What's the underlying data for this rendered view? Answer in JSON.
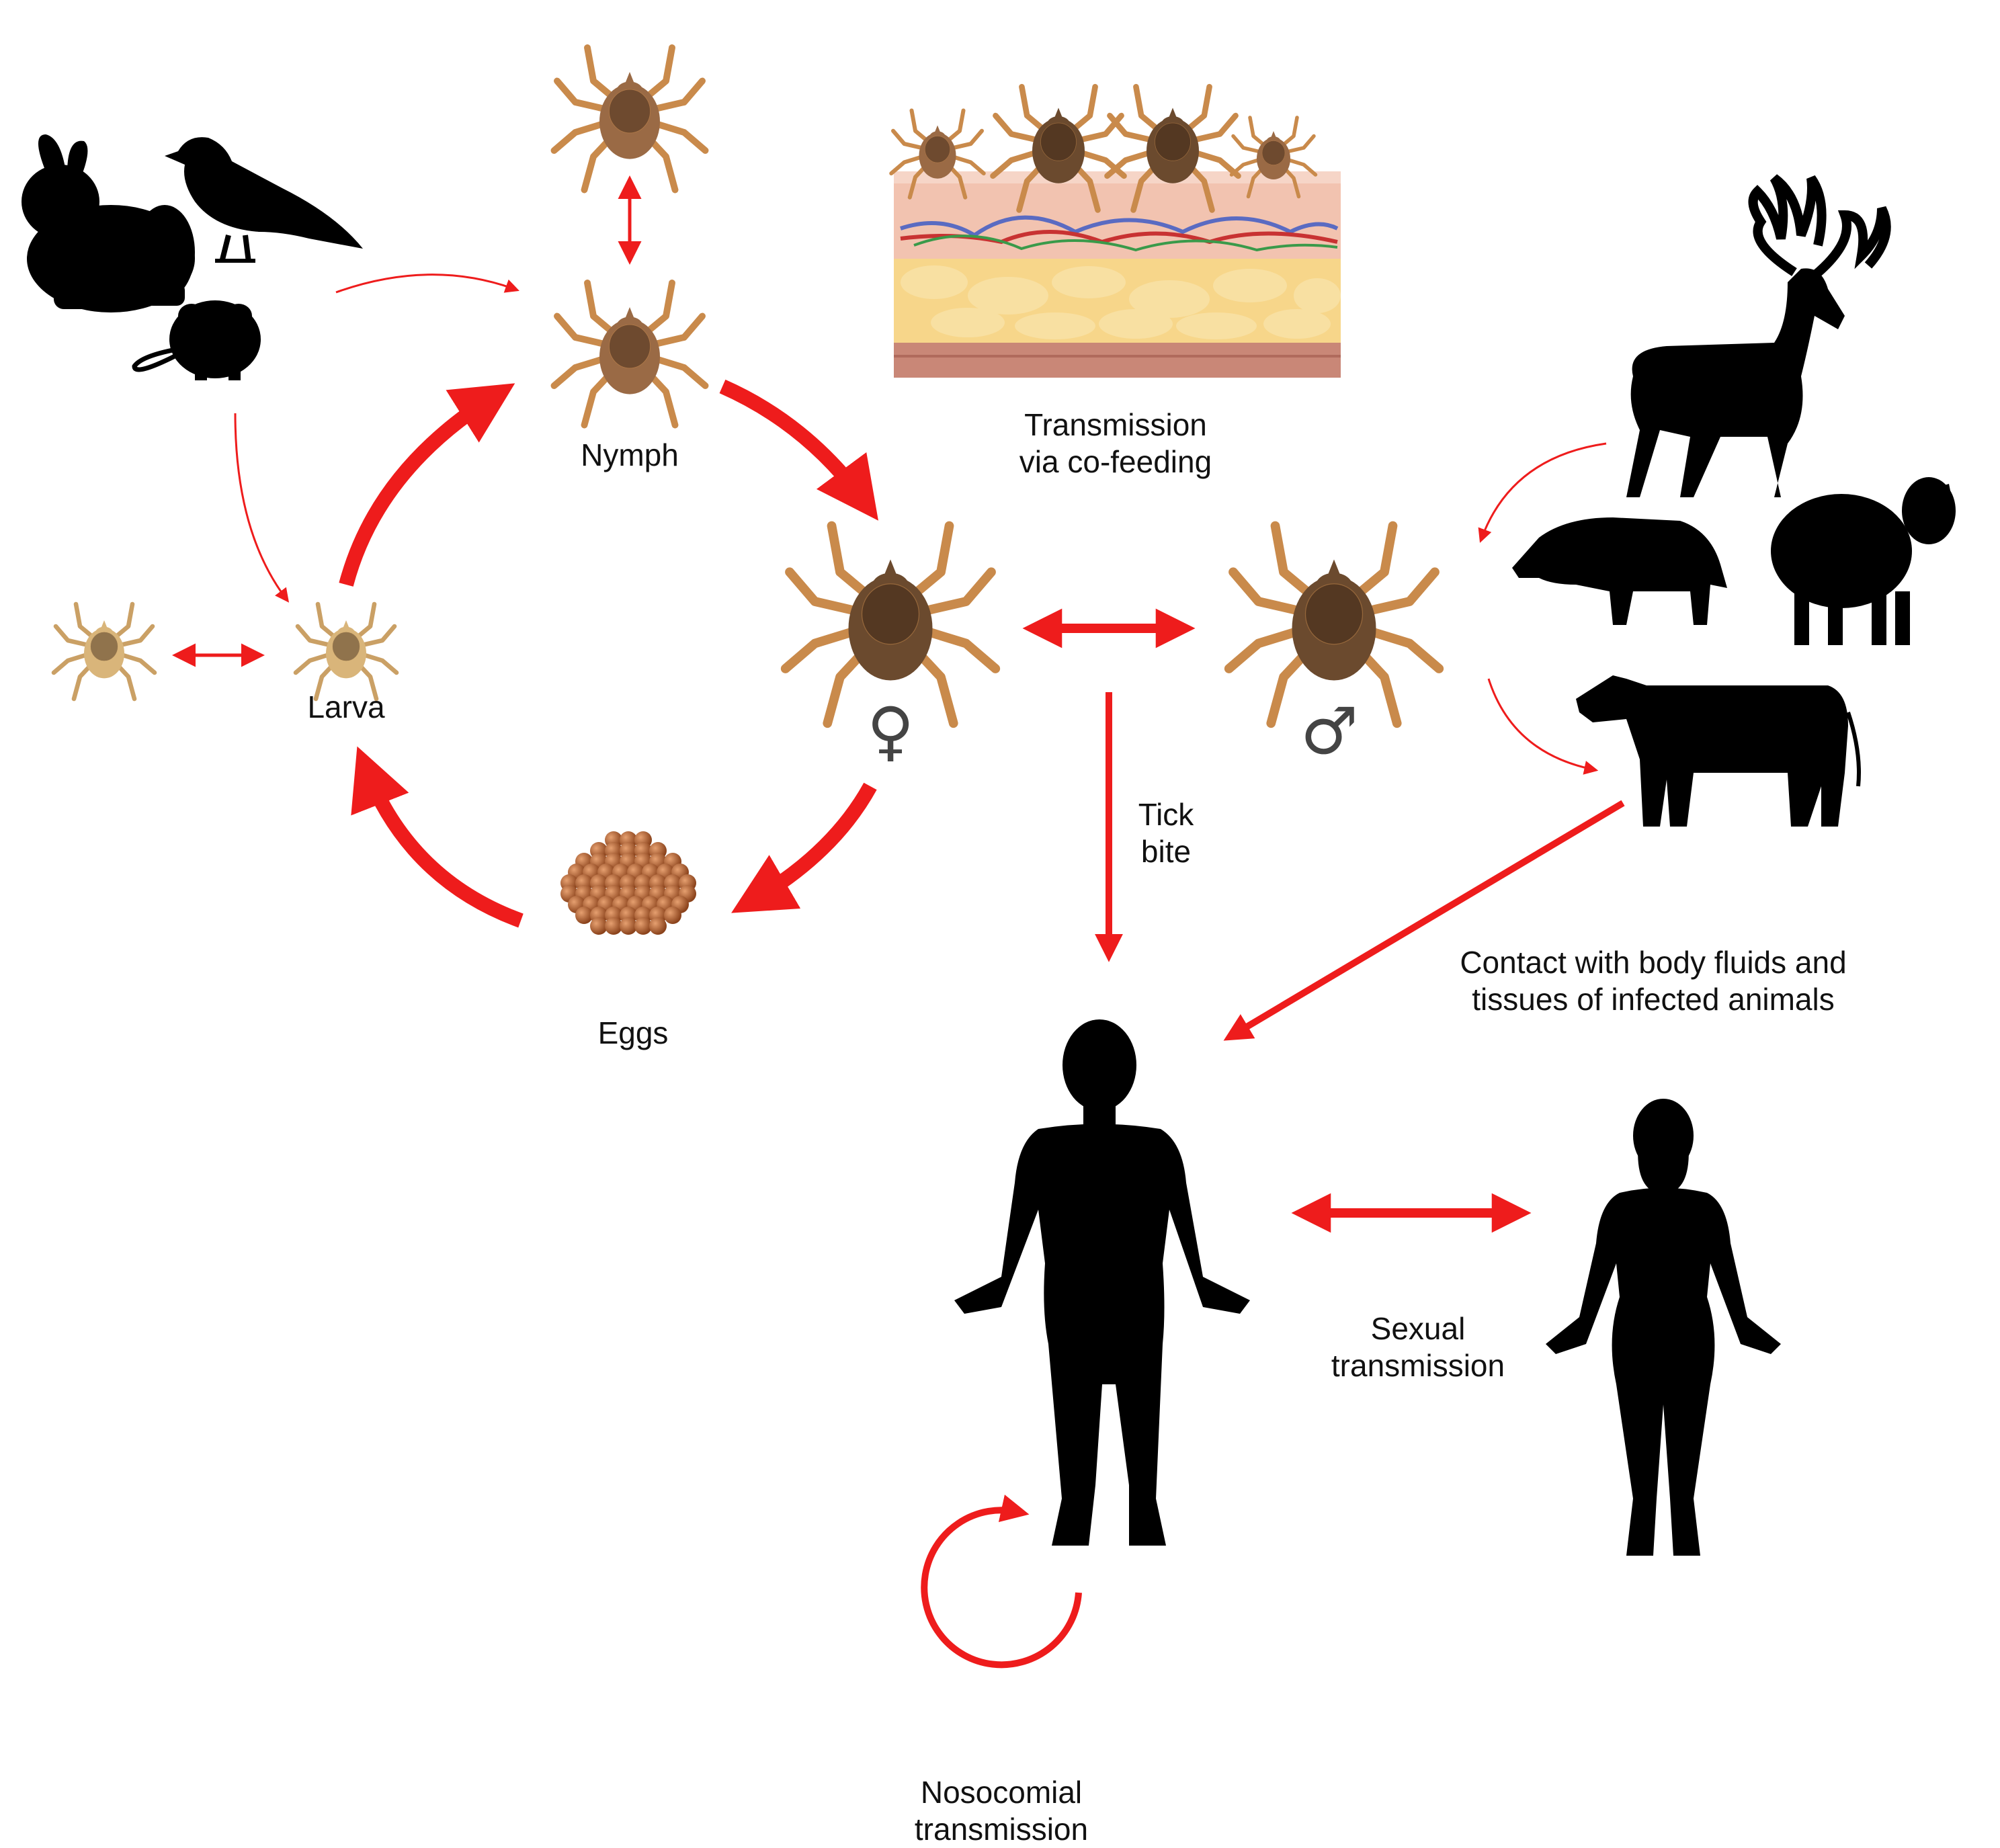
{
  "labels": {
    "nymph": "Nymph",
    "larva": "Larva",
    "eggs": "Eggs",
    "cofeeding": [
      "Transmission",
      "via co-feeding"
    ],
    "tick_bite": [
      "Tick",
      "bite"
    ],
    "contact": [
      "Contact with body fluids and",
      "tissues of infected animals"
    ],
    "sexual": [
      "Sexual",
      "transmission"
    ],
    "nosocomial": [
      "Nosocomial",
      "transmission"
    ]
  },
  "symbols": {
    "female": "♀",
    "male": "♂"
  },
  "colors": {
    "arrow": "#ee1c1c",
    "silhouette": "#000000",
    "adult_tick": "#6b4a2e",
    "adult_leg": "#c98a4b",
    "nymph_tick": "#9a6a45",
    "larva_tick": "#d9b57a",
    "eggs": "#b4622e",
    "skin_top": "#f2c3b0",
    "fat": "#f7d68a",
    "muscle": "#c98777"
  },
  "icons": [
    "rabbit-icon",
    "crow-icon",
    "mouse-icon",
    "deer-icon",
    "boar-icon",
    "sheep-icon",
    "cow-icon",
    "man-icon",
    "woman-icon",
    "tick-icon",
    "eggs-icon",
    "skin-cross-section-icon"
  ]
}
